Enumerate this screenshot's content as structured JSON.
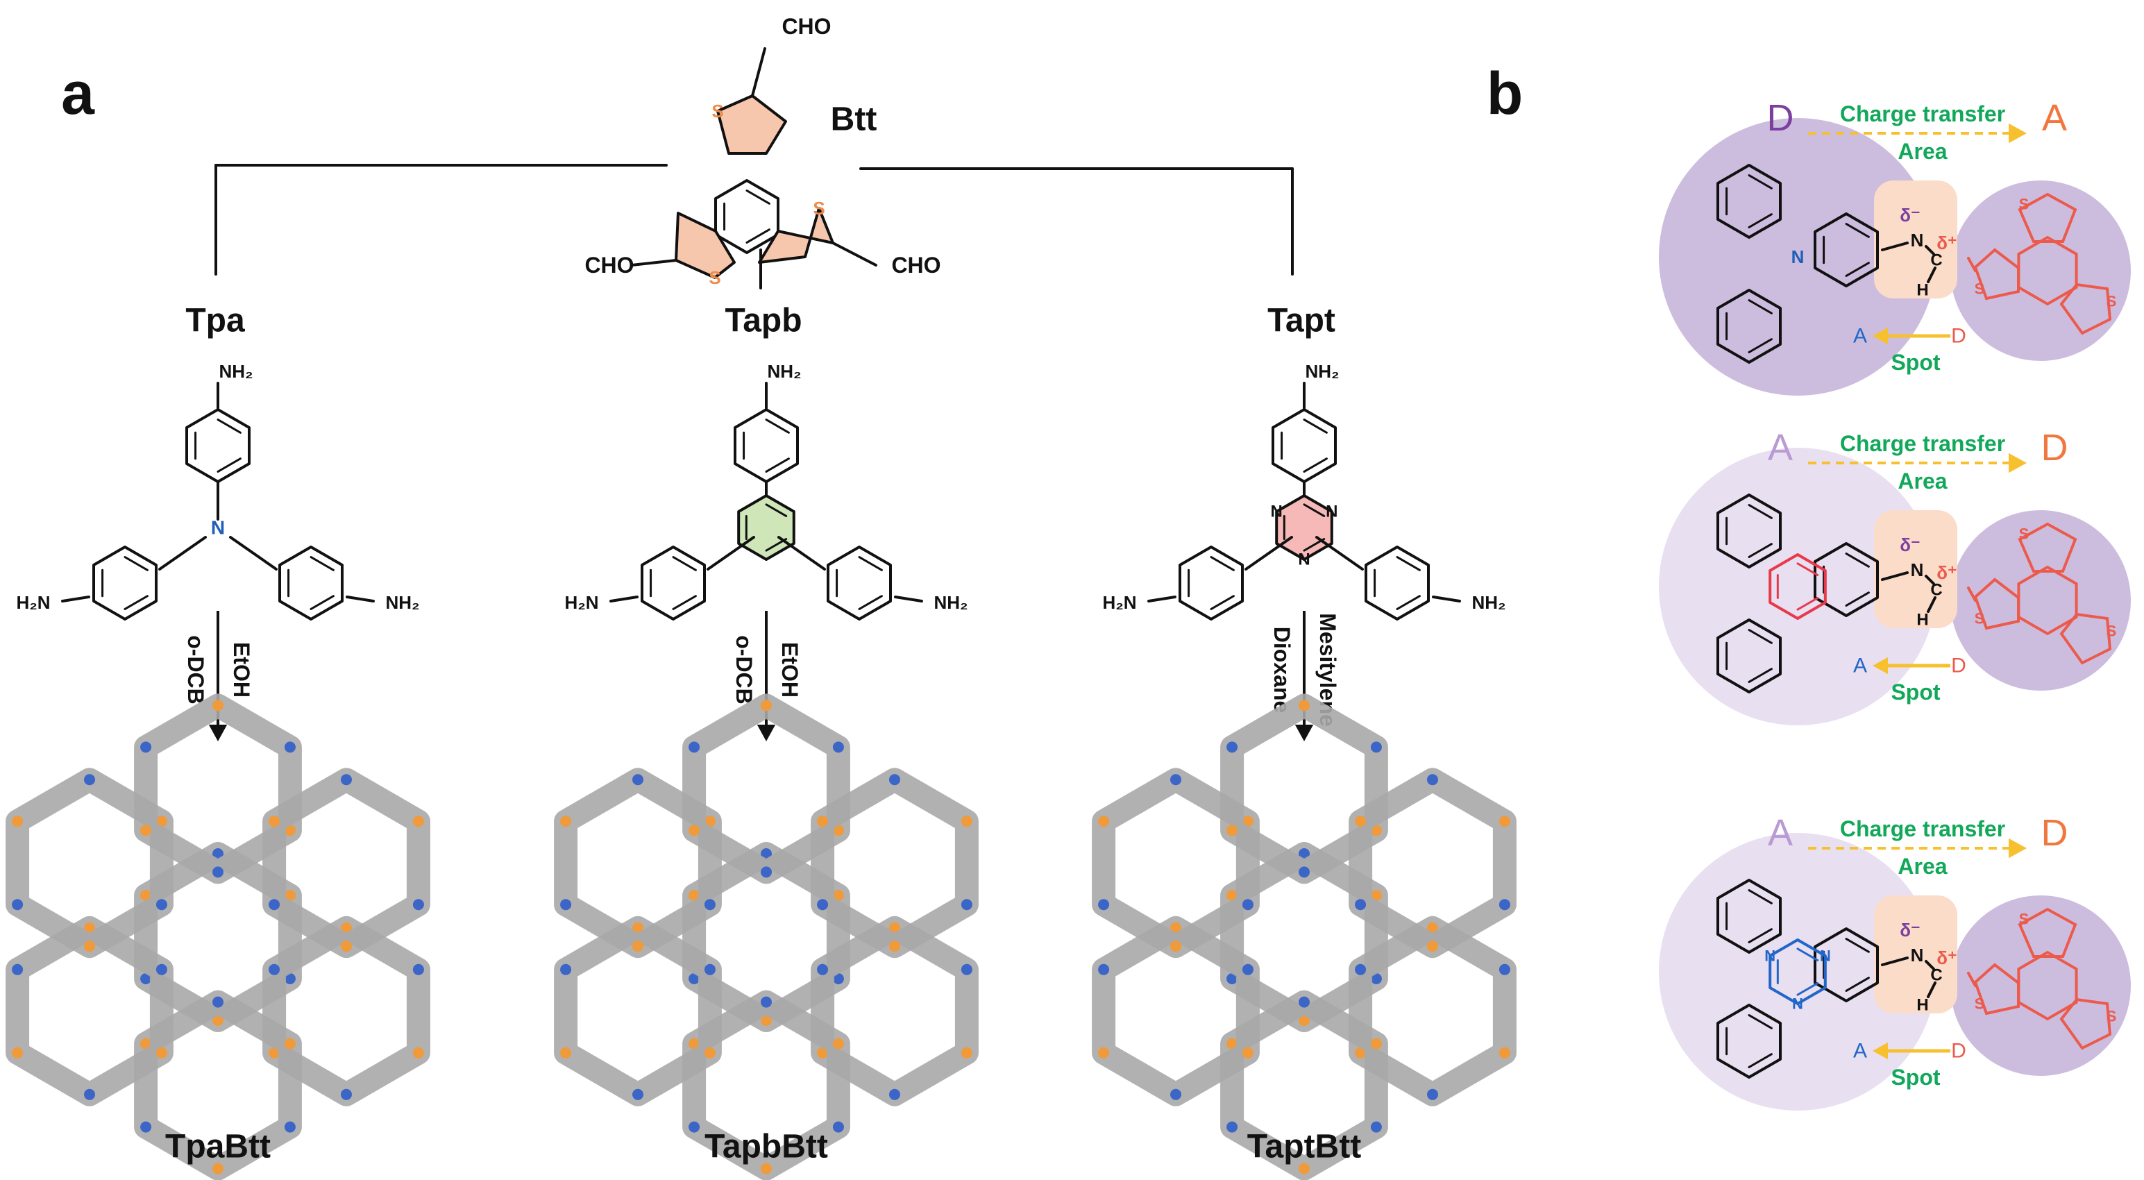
{
  "panel_a": {
    "label": "a",
    "center_monomer": {
      "name": "Btt",
      "aldehyde": "CHO",
      "hetero": "S"
    },
    "amines": [
      {
        "name": "Tpa",
        "center_atom": "N",
        "amine": "NH₂",
        "amine_left": "H₂N",
        "solvents": [
          "o-DCB",
          "EtOH"
        ],
        "product": "TpaBtt"
      },
      {
        "name": "Tapb",
        "amine": "NH₂",
        "amine_left": "H₂N",
        "solvents": [
          "o-DCB",
          "EtOH"
        ],
        "product": "TapbBtt"
      },
      {
        "name": "Tapt",
        "ring_atom": "N",
        "amine": "NH₂",
        "amine_left": "H₂N",
        "solvents": [
          "Dioxane",
          "Mesitylene"
        ],
        "product": "TaptBtt"
      }
    ]
  },
  "panel_b": {
    "label": "b",
    "cards": [
      {
        "left_letter": "D",
        "right_letter": "A",
        "charge_transfer": "Charge transfer",
        "area": "Area",
        "spot_a": "A",
        "spot_d": "D",
        "spot": "Spot",
        "delta_minus": "δ⁻",
        "delta_plus": "δ⁺",
        "n": "N",
        "c": "C",
        "h": "H",
        "s": "S",
        "core_atom": "N"
      },
      {
        "left_letter": "A",
        "right_letter": "D",
        "charge_transfer": "Charge transfer",
        "area": "Area",
        "spot_a": "A",
        "spot_d": "D",
        "spot": "Spot",
        "delta_minus": "δ⁻",
        "delta_plus": "δ⁺",
        "n": "N",
        "c": "C",
        "h": "H",
        "s": "S"
      },
      {
        "left_letter": "A",
        "right_letter": "D",
        "charge_transfer": "Charge transfer",
        "area": "Area",
        "spot_a": "A",
        "spot_d": "D",
        "spot": "Spot",
        "delta_minus": "δ⁻",
        "delta_plus": "δ⁺",
        "n": "N",
        "c": "C",
        "h": "H",
        "s": "S",
        "core_atom": "N"
      }
    ]
  },
  "colors": {
    "bond": "#111111",
    "thiophene_fill": "#f7c7ad",
    "thiophene_s": "#ef8a4a",
    "tpa_n": "#1f5fb8",
    "tapb_fill": "#cfe6b8",
    "tapt_fill": "#f7b8b8",
    "btt_red": "#ec5a4c",
    "tapb_red": "#e8394a",
    "tapt_blue": "#2266c8",
    "circle_dark": "#c7b6da",
    "circle_light": "#e5dbef",
    "band": "#fbdcc9",
    "green": "#12a85a",
    "orange": "#f2773f",
    "purple": "#7b3fa0",
    "lilac": "#b99ad2",
    "yellow": "#f7c02f",
    "atom_gray": "#a9a9a9",
    "atom_blue": "#3c65c8",
    "atom_orange": "#f09a3a"
  }
}
